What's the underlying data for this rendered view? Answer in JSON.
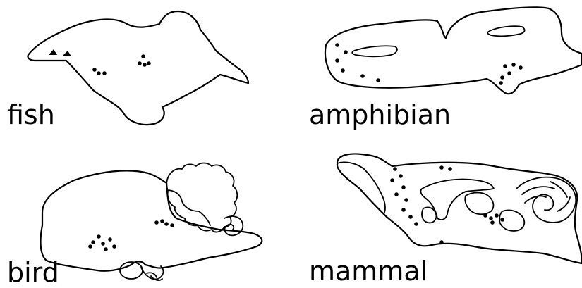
{
  "panels": {
    "fish": {
      "label": "fish"
    },
    "amphibian": {
      "label": "amphibian"
    },
    "bird": {
      "label": "bird"
    },
    "mammal": {
      "label": "mammal"
    }
  },
  "colors": {
    "ink": "#000000",
    "background": "#ffffff"
  }
}
